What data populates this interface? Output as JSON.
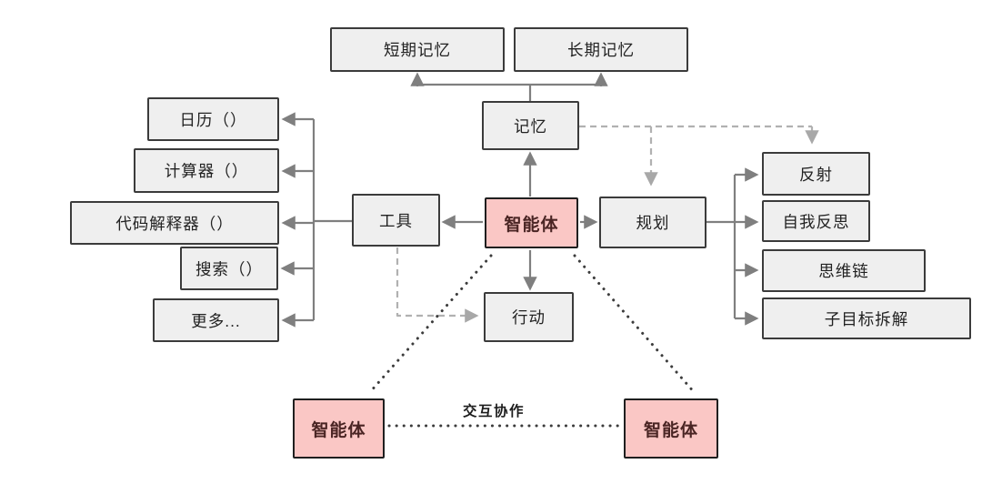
{
  "nodes": {
    "short_term_memory": {
      "label": "短期记忆"
    },
    "long_term_memory": {
      "label": "长期记忆"
    },
    "memory": {
      "label": "记忆"
    },
    "calendar": {
      "label": "日历（）"
    },
    "calculator": {
      "label": "计算器（）"
    },
    "code_interpreter": {
      "label": "代码解释器（）"
    },
    "search": {
      "label": "搜索（）"
    },
    "more": {
      "label": "更多..."
    },
    "tools": {
      "label": "工具"
    },
    "agent": {
      "label": "智能体"
    },
    "planning": {
      "label": "规划"
    },
    "action": {
      "label": "行动"
    },
    "reflection": {
      "label": "反射"
    },
    "self_reflection": {
      "label": "自我反思"
    },
    "chain_of_thought": {
      "label": "思维链"
    },
    "subgoal_decomposition": {
      "label": "子目标拆解"
    },
    "agent_left": {
      "label": "智能体"
    },
    "agent_right": {
      "label": "智能体"
    }
  },
  "labels": {
    "interaction": "交互协作"
  },
  "colors": {
    "box_fill": "#efefef",
    "box_border": "#3b3b3b",
    "agent_fill": "#fac7c5",
    "agent_border": "#1f1f1f",
    "agent_text": "#4a2524",
    "solid_line": "#7f7f7f",
    "dashed_line": "#b1b1b1",
    "dotted_line": "#3c3c3c"
  }
}
